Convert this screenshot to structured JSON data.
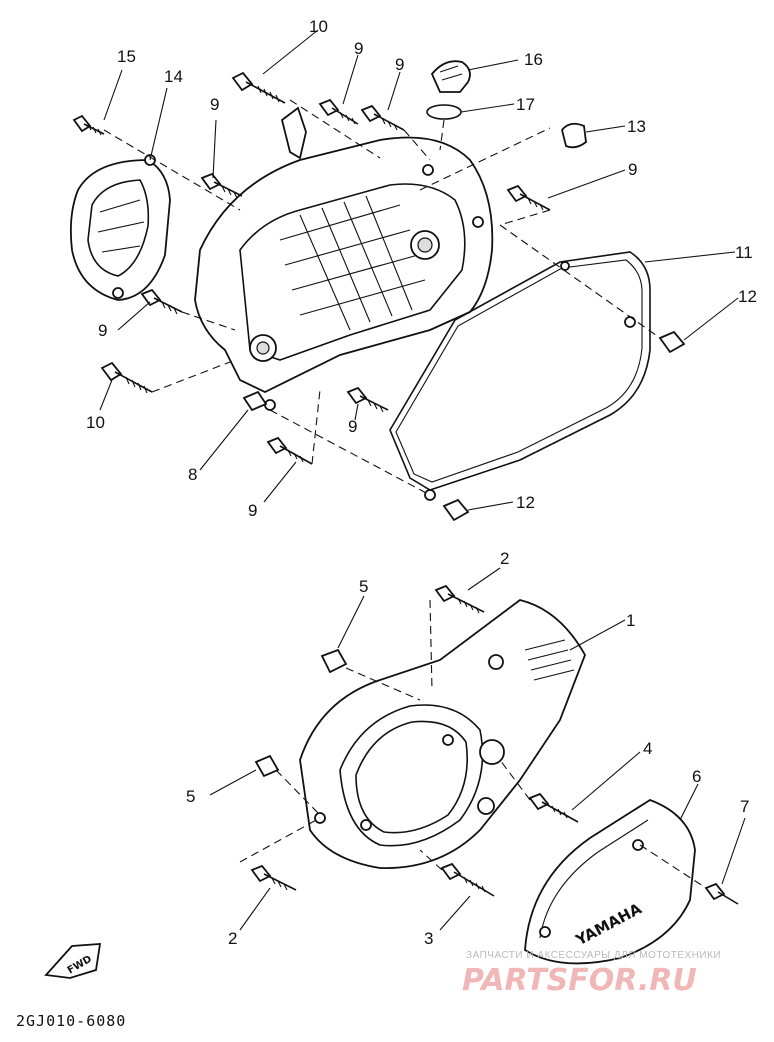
{
  "callouts": {
    "c10a": "10",
    "c15": "15",
    "c14": "14",
    "c9a": "9",
    "c9b": "9",
    "c9c": "9",
    "c16": "16",
    "c17": "17",
    "c13": "13",
    "c9d": "9",
    "c11": "11",
    "c12a": "12",
    "c9e": "9",
    "c10b": "10",
    "c9f": "9",
    "c8": "8",
    "c9g": "9",
    "c12b": "12",
    "c2a": "2",
    "c5a": "5",
    "c1": "1",
    "c4": "4",
    "c6": "6",
    "c7": "7",
    "c5b": "5",
    "c2b": "2",
    "c3": "3"
  },
  "cover_brand": "YAMAHA",
  "fwd_label": "FWD",
  "reference_code": "2GJ010-6080",
  "watermark": {
    "line1": "ЗАПЧАСТИ И АКСЕССУАРЫ ДЛЯ МОТОТЕХНИКИ",
    "line2": "PARTSFOR.RU"
  }
}
